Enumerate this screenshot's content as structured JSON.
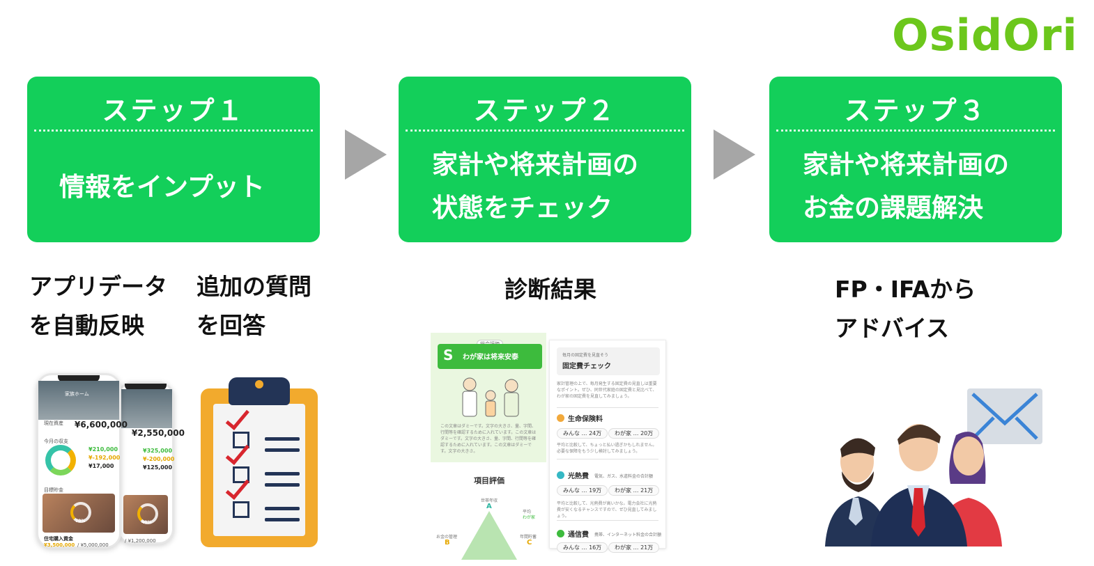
{
  "brand": {
    "logo": "OsidOri",
    "color": "#6cc71c"
  },
  "accent": "#13cf5a",
  "steps": [
    {
      "title": "ステップ１",
      "lines": [
        "情報をインプット"
      ]
    },
    {
      "title": "ステップ２",
      "lines": [
        "家計や将来計画の",
        "状態をチェック"
      ]
    },
    {
      "title": "ステップ３",
      "lines": [
        "家計や将来計画の",
        "お金の課題解決"
      ]
    }
  ],
  "captions": {
    "app_data": [
      "アプリデータ",
      "を自動反映"
    ],
    "questions": [
      "追加の質問",
      "を回答"
    ],
    "diagnosis": [
      "診断結果"
    ],
    "advice": [
      "FP・IFAから",
      "アドバイス"
    ]
  },
  "phone_a": {
    "header": "家族ホーム",
    "total_label": "現在資産",
    "total": "¥6,600,000",
    "month_label": "今月の収支",
    "income": "¥210,000",
    "expense": "¥-192,000",
    "balance": "¥17,000",
    "goal_label": "目標貯金",
    "goal_title": "住宅購入資金",
    "goal_value": "¥3,500,000",
    "goal_target": "/ ¥5,000,000",
    "goal_pct": "70%"
  },
  "phone_b": {
    "total": "¥2,550,000",
    "income": "¥325,000",
    "expense": "¥-200,000",
    "balance": "¥125,000",
    "goal_target": "/ ¥1,200,000",
    "goal_pct": "40%"
  },
  "diag_left": {
    "tag": "総合評価",
    "grade": "S",
    "grade_text": "わが家は将来安泰",
    "body": "この文章はダミーです。文字の大きさ、量、字間、行間等を確認するために入れています。この文章はダミーです。文字の大きさ、量、字間、行間等を確認するために入れています。この文章はダミーです。文字の大きさ。",
    "section_title": "項目評価",
    "axis_top": "世帯年収",
    "axis_top_grade": "A",
    "axis_left": "お金の管理",
    "axis_left_grade": "B",
    "axis_right": "年間貯蓄",
    "axis_right_grade": "C",
    "legend_avg": "平均",
    "legend_home": "わが家"
  },
  "diag_right": {
    "kicker": "毎月の固定費を見直そう",
    "title": "固定費チェック",
    "intro": "家計管理の上で、毎月発生する固定費の見直しは重要なポイント。ぜひ、同世代家庭の固定費と見比べて、わが家の固定費を見直してみましょう。",
    "items": [
      {
        "name": "生命保険料",
        "sub": "",
        "everyone": "みんな … 24万",
        "ours": "わが家 … 20万",
        "note": "平均と比較して、ちょっと払い過ぎかもしれません。必要な保障をもう少し検討してみましょう。",
        "color": "#f2a93b"
      },
      {
        "name": "光熱費",
        "sub": "電気、ガス、水道料金の合計額",
        "everyone": "みんな … 19万",
        "ours": "わが家 … 21万",
        "note": "平均と比較して、光熱費が高いかな。電力会社に光熱費が安くなるチャンスですので、ぜひ見直してみましょう。",
        "color": "#35b8c4"
      },
      {
        "name": "通信費",
        "sub": "携帯、インターネット料金の合計額",
        "everyone": "みんな … 16万",
        "ours": "わが家 … 21万",
        "note": "",
        "color": "#3dbb3d"
      }
    ]
  }
}
